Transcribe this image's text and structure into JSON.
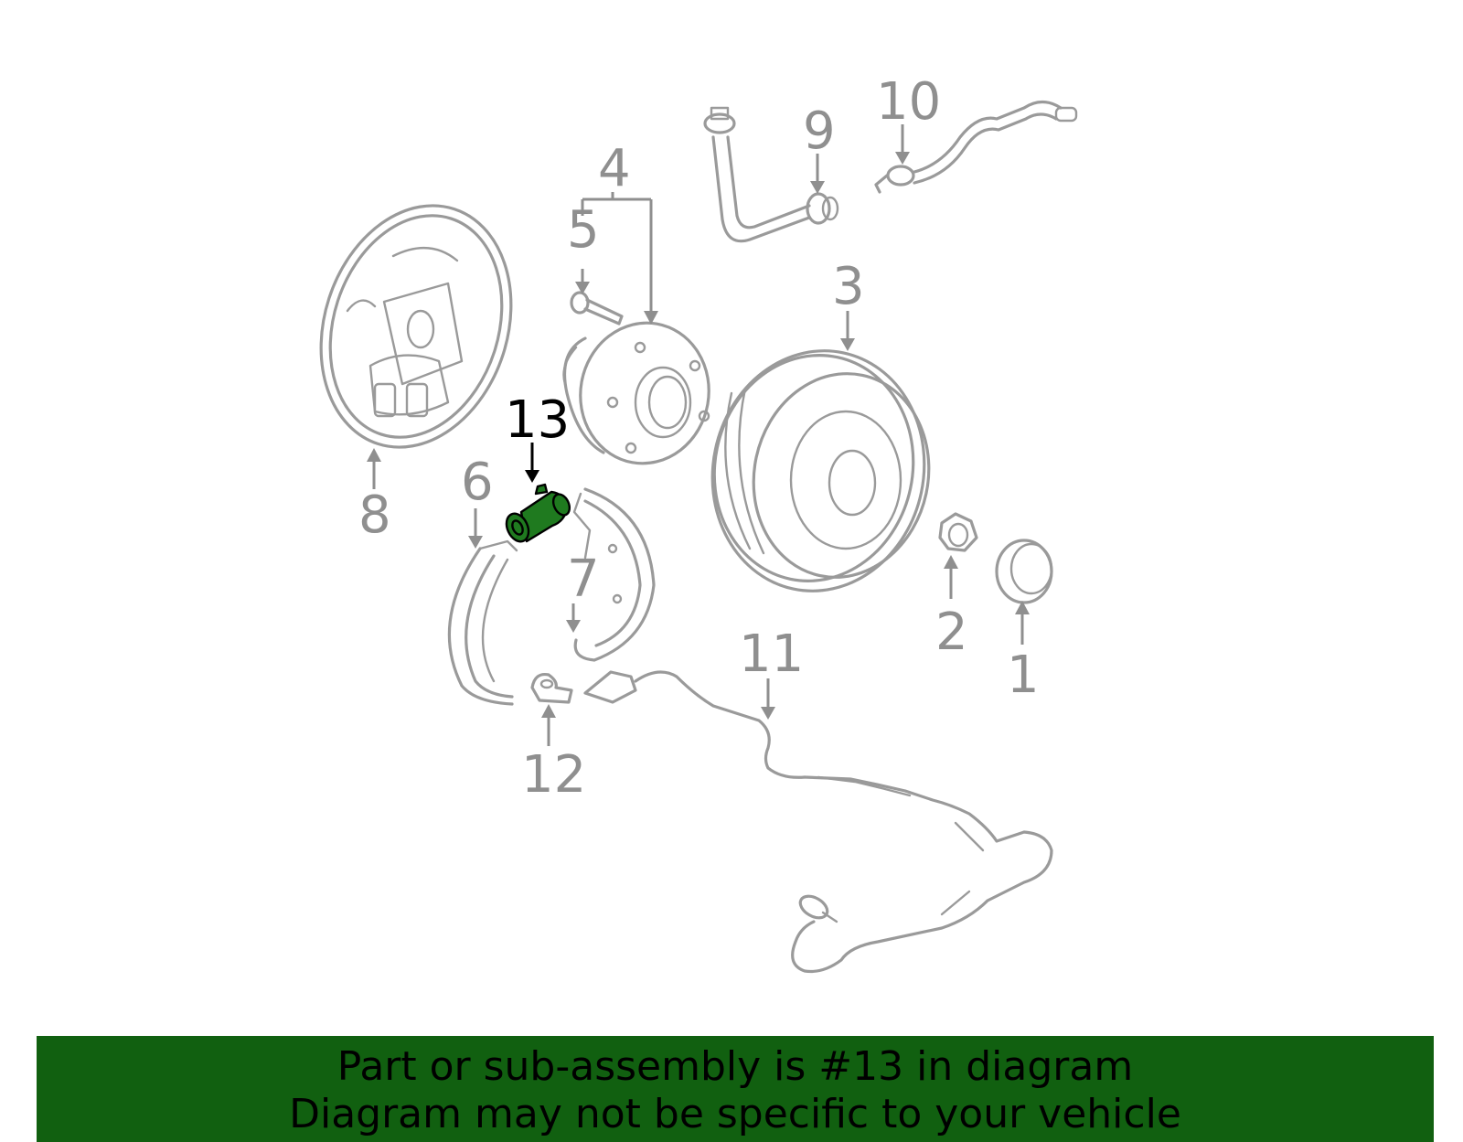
{
  "diagram": {
    "highlight_color": "#1f7a1f",
    "line_color": "#9a9a9a",
    "callouts": {
      "c1": "1",
      "c2": "2",
      "c3": "3",
      "c4": "4",
      "c5": "5",
      "c6": "6",
      "c7": "7",
      "c8": "8",
      "c9": "9",
      "c10": "10",
      "c11": "11",
      "c12": "12",
      "c13": "13"
    },
    "highlighted_part": "13"
  },
  "banner": {
    "background": "#116010",
    "line1": "Part or sub-assembly is #13 in diagram",
    "line2": "Diagram may not be specific to your vehicle"
  }
}
